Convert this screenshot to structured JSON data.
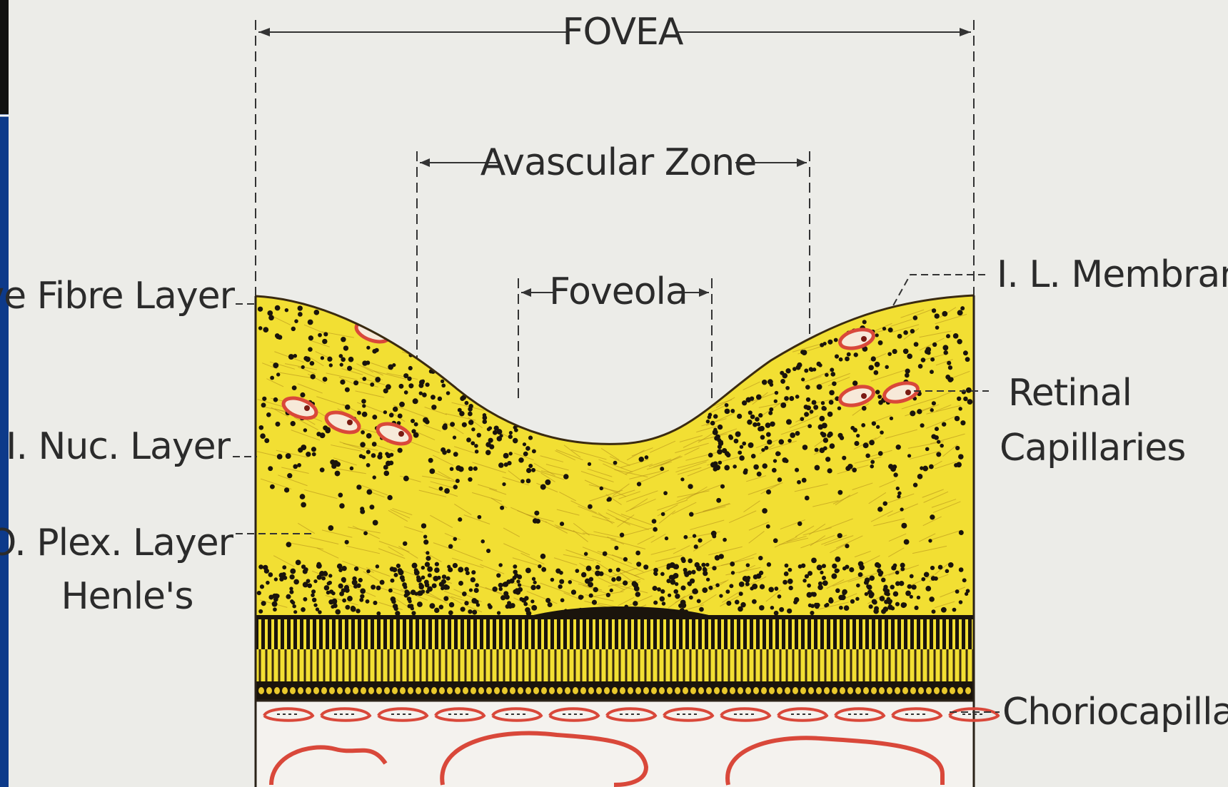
{
  "diagram": {
    "title": "FOVEA",
    "avascular_zone": "Avascular Zone",
    "foveola": "Foveola",
    "left_labels": {
      "nerve_fibre": "Nerve Fibre Layer",
      "inner_nuclear": "I. Nuc. Layer",
      "outer_plexiform": "O. Plex. Layer",
      "henle": "Henle's"
    },
    "right_labels": {
      "membrane": "I. L. Membrane",
      "retinal": "Retinal",
      "capillaries": "Capillaries",
      "choriocapillaris": "Choriocapillaris"
    }
  },
  "colors": {
    "background": "#ecece8",
    "tissue_yellow": "#f2df33",
    "tissue_dark": "#1a140c",
    "vessel_red": "#d9483a",
    "slide_frame_blue": "#0d3a8a"
  }
}
